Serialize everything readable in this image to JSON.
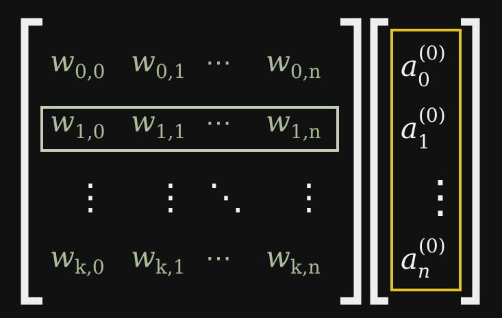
{
  "colors": {
    "background": "#111111",
    "weight_text": "#a9bd97",
    "activation_text": "#f2f2f2",
    "bracket": "#eeeeee",
    "row_highlight": "#c3cfb3",
    "column_highlight": "#e3c320"
  },
  "weight_matrix": {
    "rows": [
      {
        "cells": [
          {
            "base": "w",
            "sub": "0,0"
          },
          {
            "base": "w",
            "sub": "0,1"
          },
          {
            "base": "⋯",
            "sub": ""
          },
          {
            "base": "w",
            "sub": "0,n"
          }
        ]
      },
      {
        "cells": [
          {
            "base": "w",
            "sub": "1,0"
          },
          {
            "base": "w",
            "sub": "1,1"
          },
          {
            "base": "⋯",
            "sub": ""
          },
          {
            "base": "w",
            "sub": "1,n"
          }
        ]
      },
      {
        "cells": [
          {
            "base": "⋮",
            "sub": ""
          },
          {
            "base": "⋮",
            "sub": ""
          },
          {
            "base": "⋱",
            "sub": ""
          },
          {
            "base": "⋮",
            "sub": ""
          }
        ]
      },
      {
        "cells": [
          {
            "base": "w",
            "sub": "k,0"
          },
          {
            "base": "w",
            "sub": "k,1"
          },
          {
            "base": "⋯",
            "sub": ""
          },
          {
            "base": "w",
            "sub": "k,n"
          }
        ]
      }
    ]
  },
  "activation_vector": {
    "entries": [
      {
        "base": "a",
        "sup": "(0)",
        "sub": "0"
      },
      {
        "base": "a",
        "sup": "(0)",
        "sub": "1"
      },
      {
        "base": "⋮",
        "sup": "",
        "sub": ""
      },
      {
        "base": "a",
        "sup": "(0)",
        "sub": "n"
      }
    ]
  }
}
